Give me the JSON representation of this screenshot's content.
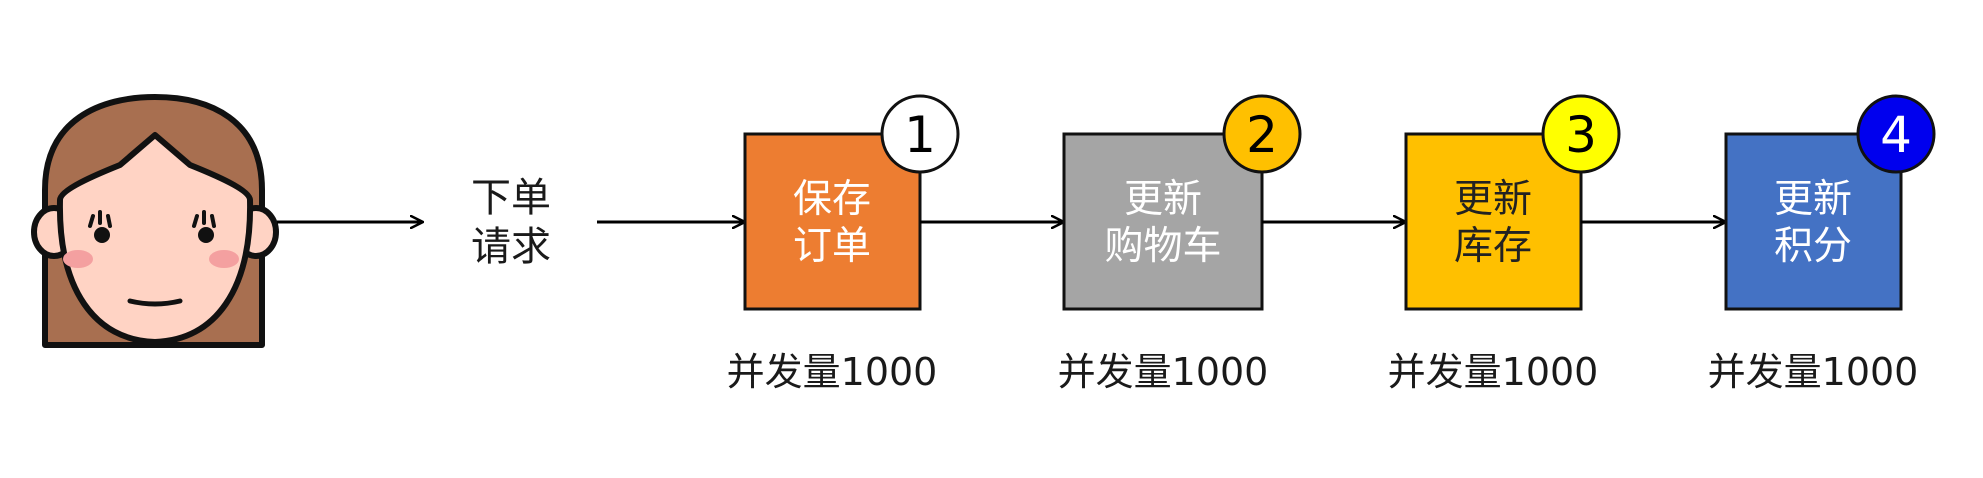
{
  "request_label": [
    "下单",
    "请求"
  ],
  "steps": [
    {
      "lines": [
        "保存",
        "订单"
      ],
      "fill": "#ED7D31",
      "text_color": "#ffffff",
      "badge": "1",
      "badge_fill": "#ffffff",
      "badge_text_color": "#000000",
      "caption": "并发量1000"
    },
    {
      "lines": [
        "更新",
        "购物车"
      ],
      "fill": "#A5A5A5",
      "text_color": "#ffffff",
      "badge": "2",
      "badge_fill": "#FFC000",
      "badge_text_color": "#000000",
      "caption": "并发量1000"
    },
    {
      "lines": [
        "更新",
        "库存"
      ],
      "fill": "#FFC000",
      "text_color": "#222222",
      "badge": "3",
      "badge_fill": "#FFFF00",
      "badge_text_color": "#000000",
      "caption": "并发量1000"
    },
    {
      "lines": [
        "更新",
        "积分"
      ],
      "fill": "#4472C4",
      "text_color": "#ffffff",
      "badge": "4",
      "badge_fill": "#0000EE",
      "badge_text_color": "#ffffff",
      "caption": "并发量1000"
    }
  ]
}
